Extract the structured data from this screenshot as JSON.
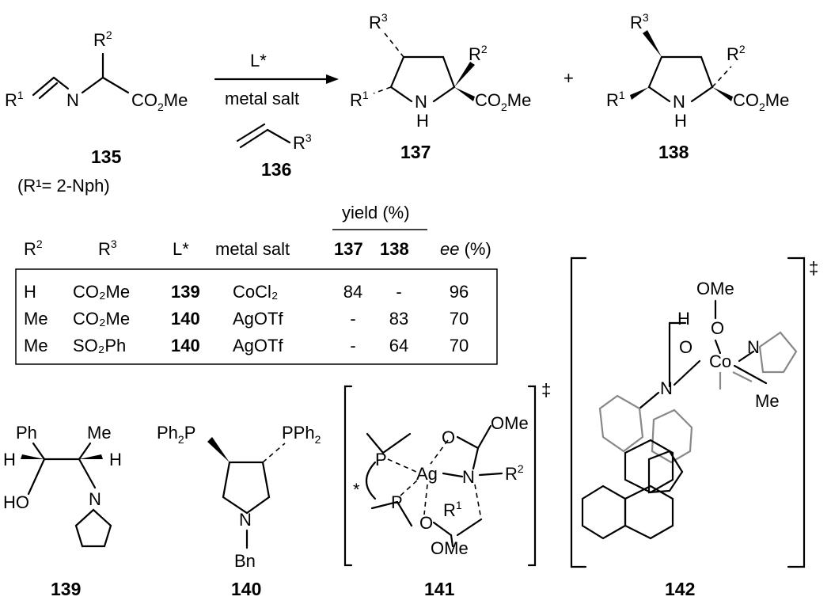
{
  "reaction": {
    "reagent_top": "L*",
    "reagent_bottom": "metal salt",
    "plus": "+",
    "compounds": {
      "c135": "135",
      "c136": "136",
      "c137": "137",
      "c138": "138",
      "c139": "139",
      "c140": "140",
      "c141": "141",
      "c142": "142"
    },
    "condition_135": "(R¹= 2-Nph)",
    "r3": "R³",
    "ts_mark": "‡"
  },
  "table": {
    "yield_header": "yield (%)",
    "headers": [
      "R²",
      "R³",
      "L*",
      "metal salt",
      "137",
      "138",
      "ee (%)"
    ],
    "rows": [
      {
        "r2": "H",
        "r3": "CO₂Me",
        "ligand": "139",
        "salt": "CoCl₂",
        "y137": "84",
        "y138": "-",
        "ee": "96"
      },
      {
        "r2": "Me",
        "r3": "CO₂Me",
        "ligand": "140",
        "salt": "AgOTf",
        "y137": "-",
        "y138": "83",
        "ee": "70"
      },
      {
        "r2": "Me",
        "r3": "SO₂Ph",
        "ligand": "140",
        "salt": "AgOTf",
        "y137": "-",
        "y138": "64",
        "ee": "70"
      }
    ]
  }
}
